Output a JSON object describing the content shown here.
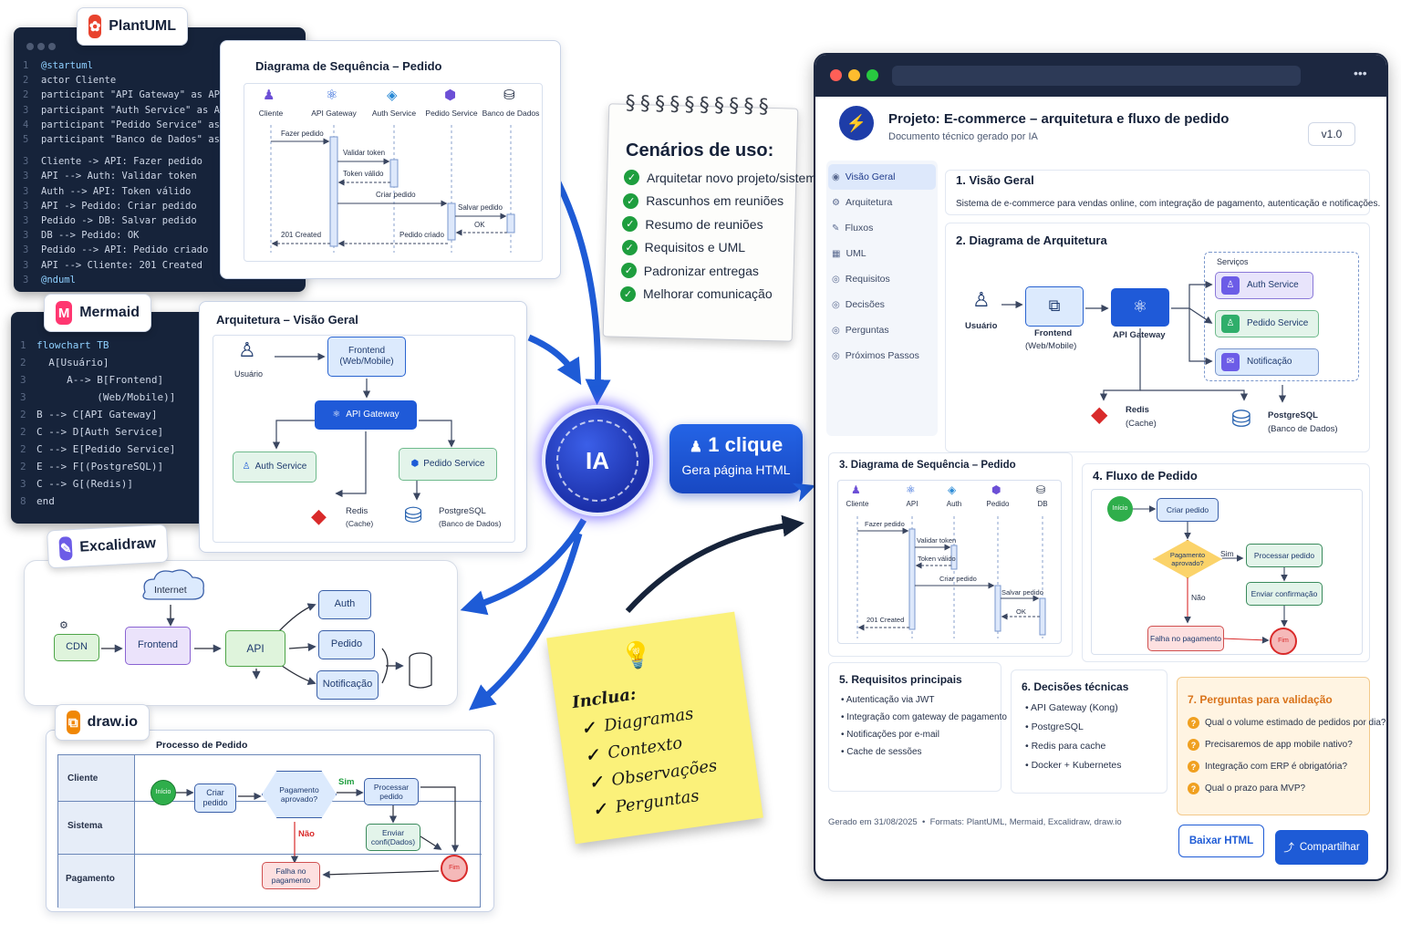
{
  "plantuml": {
    "badge": "PlantUML",
    "code": [
      {
        "n": "1",
        "t": "@startuml"
      },
      {
        "n": "2",
        "t": "actor Cliente"
      },
      {
        "n": "2",
        "t": "participant \"API Gateway\" as API"
      },
      {
        "n": "3",
        "t": "participant \"Auth Service\" as Auth"
      },
      {
        "n": "4",
        "t": "participant \"Pedido Service\" as Pedido"
      },
      {
        "n": "5",
        "t": "participant \"Banco de Dados\" as DB"
      },
      {
        "n": "3",
        "t": "Cliente -> API: Fazer pedido"
      },
      {
        "n": "3",
        "t": "API --> Auth: Validar token"
      },
      {
        "n": "3",
        "t": "Auth --> API: Token válido"
      },
      {
        "n": "3",
        "t": "API -> Pedido: Criar pedido"
      },
      {
        "n": "3",
        "t": "Pedido -> DB: Salvar pedido"
      },
      {
        "n": "3",
        "t": "DB --> Pedido: OK"
      },
      {
        "n": "3",
        "t": "Pedido --> API: Pedido criado"
      },
      {
        "n": "3",
        "t": "API --> Cliente: 201 Created"
      },
      {
        "n": "3",
        "t": "@nduml"
      }
    ]
  },
  "seq1": {
    "title": "Diagrama de Sequência – Pedido",
    "participants": [
      "Cliente",
      "API Gateway",
      "Auth Service",
      "Pedido Service",
      "Banco de Dados"
    ],
    "messages": [
      "Fazer pedido",
      "Validar token",
      "Token válido",
      "Criar pedido",
      "Salvar pedido",
      "OK",
      "Pedido criado",
      "201 Created"
    ]
  },
  "mermaid": {
    "badge": "Mermaid",
    "code": [
      {
        "n": "1",
        "t": "flowchart TB"
      },
      {
        "n": "2",
        "t": "  A[Usuário]"
      },
      {
        "n": "3",
        "t": "     A--> B[Frontend]"
      },
      {
        "n": "3",
        "t": "          (Web/Mobile)]"
      },
      {
        "n": "2",
        "t": "B --> C[API Gateway]"
      },
      {
        "n": "2",
        "t": "C --> D[Auth Service]"
      },
      {
        "n": "2",
        "t": "C --> E[Pedido Service]"
      },
      {
        "n": "2",
        "t": "E --> F[(PostgreSQL)]"
      },
      {
        "n": "3",
        "t": "C --> G[(Redis)]"
      },
      {
        "n": "8",
        "t": "end"
      }
    ]
  },
  "arch1": {
    "title": "Arquitetura – Visão Geral",
    "usuario": "Usuário",
    "frontend": "Frontend",
    "frontend_sub": "(Web/Mobile)",
    "gateway": "API Gateway",
    "auth": "Auth Service",
    "pedido": "Pedido Service",
    "redis": "Redis",
    "redis_sub": "(Cache)",
    "pg": "PostgreSQL",
    "pg_sub": "(Banco de Dados)"
  },
  "excalidraw": {
    "badge": "Excalidraw",
    "internet": "Internet",
    "cdn": "CDN",
    "frontend": "Frontend",
    "api": "API",
    "auth": "Auth",
    "pedido": "Pedido",
    "notificacao": "Notificação"
  },
  "drawio": {
    "badge": "draw.io",
    "title": "Processo de Pedido",
    "lanes": [
      "Cliente",
      "Sistema",
      "Pagamento"
    ],
    "inicio": "Início",
    "criar": "Criar pedido",
    "aprovado": "Pagamento aprovado?",
    "sim": "Sim",
    "nao": "Não",
    "processar": "Processar pedido",
    "enviar": "Enviar confi(Dados)",
    "falha": "Falha no pagamento",
    "fim": "Fim"
  },
  "notebook": {
    "title": "Cenários de uso:",
    "items": [
      "Arquitetar novo projeto/sistema",
      "Rascunhos em reuniões",
      "Resumo de reuniões",
      "Requisitos e UML",
      "Padronizar entregas",
      "Melhorar comunicação"
    ]
  },
  "center": {
    "ia": "IA",
    "click_title": "1 clique",
    "click_sub": "Gera página HTML"
  },
  "sticky": {
    "title": "Inclua:",
    "items": [
      "Diagramas",
      "Contexto",
      "Observações",
      "Perguntas"
    ]
  },
  "doc": {
    "title": "Projeto: E-commerce – arquitetura e fluxo de pedido",
    "subtitle": "Documento técnico gerado por IA",
    "version": "v1.0",
    "nav": [
      "Visão Geral",
      "Arquitetura",
      "Fluxos",
      "UML",
      "Requisitos",
      "Decisões",
      "Perguntas",
      "Próximos Passos"
    ],
    "s1_title": "1. Visão Geral",
    "s1_text": "Sistema de e-commerce para vendas online, com integração de pagamento, autenticação e notificações.",
    "s2_title": "2. Diagrama de Arquitetura",
    "arch": {
      "servicos": "Serviços",
      "usuario": "Usuário",
      "frontend": "Frontend",
      "frontend_sub": "(Web/Mobile)",
      "gateway": "API Gateway",
      "auth": "Auth Service",
      "pedido": "Pedido Service",
      "notificacao": "Notificação",
      "redis": "Redis",
      "redis_sub": "(Cache)",
      "pg": "PostgreSQL",
      "pg_sub": "(Banco de Dados)"
    },
    "s3_title": "3. Diagrama de Sequência – Pedido",
    "seq": {
      "participants": [
        "Cliente",
        "API",
        "Auth",
        "Pedido",
        "DB"
      ],
      "messages": [
        "Fazer pedido",
        "Validar token",
        "Token válido",
        "Criar pedido",
        "Salvar pedido",
        "OK",
        "201 Created"
      ]
    },
    "s4_title": "4. Fluxo de Pedido",
    "flow": {
      "inicio": "Início",
      "criar": "Criar pedido",
      "aprovado": "Pagamento aprovado?",
      "sim": "Sim",
      "nao": "Não",
      "processar": "Processar pedido",
      "enviar": "Enviar confirmação",
      "falha": "Falha no pagamento",
      "fim": "Fim"
    },
    "s5_title": "5. Requisitos principais",
    "s5_items": [
      "Autenticação via JWT",
      "Integração com gateway de pagamento",
      "Notificações por e-mail",
      "Cache de sessões"
    ],
    "s6_title": "6. Decisões técnicas",
    "s6_items": [
      "API Gateway (Kong)",
      "PostgreSQL",
      "Redis para cache",
      "Docker + Kubernetes"
    ],
    "s7_title": "7. Perguntas para validação",
    "s7_items": [
      "Qual o volume estimado de pedidos por dia?",
      "Precisaremos de app mobile nativo?",
      "Integração com ERP é obrigatória?",
      "Qual o prazo para MVP?"
    ],
    "footer": "Gerado em 31/08/2025  •  Formats: PlantUML, Mermaid, Excalidraw, draw.io",
    "btn_download": "Baixar HTML",
    "btn_share": "Compartilhar"
  },
  "colors": {
    "blue": "#1e5bd6",
    "navy": "#16233a",
    "green": "#1e9e3e",
    "orange": "#f0a020",
    "sticky": "#fbf17a"
  }
}
